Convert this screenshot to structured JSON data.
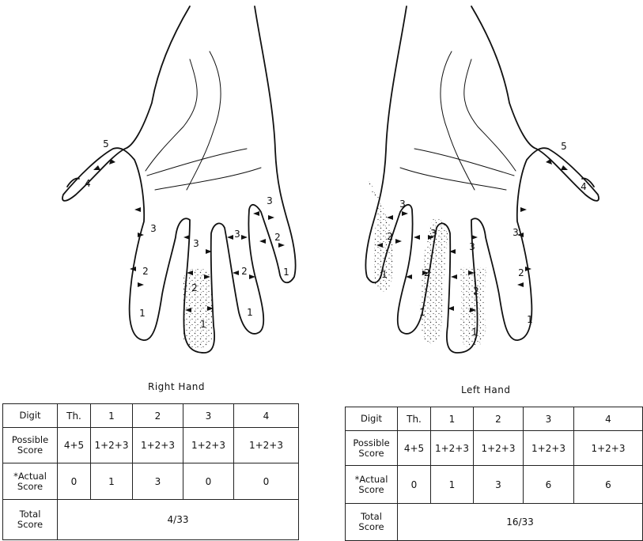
{
  "right_hand": {
    "title": "Right Hand",
    "fingers": {
      "thumb": {
        "distal": "4",
        "proximal": "5"
      },
      "index": {
        "d1": "1",
        "d2": "2",
        "d3": "3"
      },
      "middle": {
        "d1": "1",
        "d2": "2",
        "d3": "3"
      },
      "ring": {
        "d1": "1",
        "d2": "2",
        "d3": "3"
      },
      "little": {
        "d1": "1",
        "d2": "2",
        "d3": "3"
      }
    },
    "table": {
      "row_labels": {
        "digit": "Digit",
        "possible_1": "Possible",
        "possible_2": "Score",
        "actual_1": "*Actual",
        "actual_2": "Score",
        "total_1": "Total",
        "total_2": "Score"
      },
      "digits": [
        "Th.",
        "1",
        "2",
        "3",
        "4"
      ],
      "possible": [
        "4+5",
        "1+2+3",
        "1+2+3",
        "1+2+3",
        "1+2+3"
      ],
      "actual": [
        "0",
        "1",
        "3",
        "0",
        "0"
      ],
      "total": "4/33"
    }
  },
  "left_hand": {
    "title": "Left Hand",
    "fingers": {
      "thumb": {
        "distal": "4",
        "proximal": "5"
      },
      "index": {
        "d1": "1",
        "d2": "2",
        "d3": "3"
      },
      "middle": {
        "d1": "1",
        "d2": "2",
        "d3": "3"
      },
      "ring": {
        "d1": "1",
        "d2": "2",
        "d3": "3"
      },
      "little": {
        "d1": "1",
        "d2": "2",
        "d3": "3"
      }
    },
    "table": {
      "row_labels": {
        "digit": "Digit",
        "possible_1": "Possible",
        "possible_2": "Score",
        "actual_1": "*Actual",
        "actual_2": "Score",
        "total_1": "Total",
        "total_2": "Score"
      },
      "digits": [
        "Th.",
        "1",
        "2",
        "3",
        "4"
      ],
      "possible": [
        "4+5",
        "1+2+3",
        "1+2+3",
        "1+2+3",
        "1+2+3"
      ],
      "actual": [
        "0",
        "1",
        "3",
        "6",
        "6"
      ],
      "total": "16/33"
    }
  }
}
